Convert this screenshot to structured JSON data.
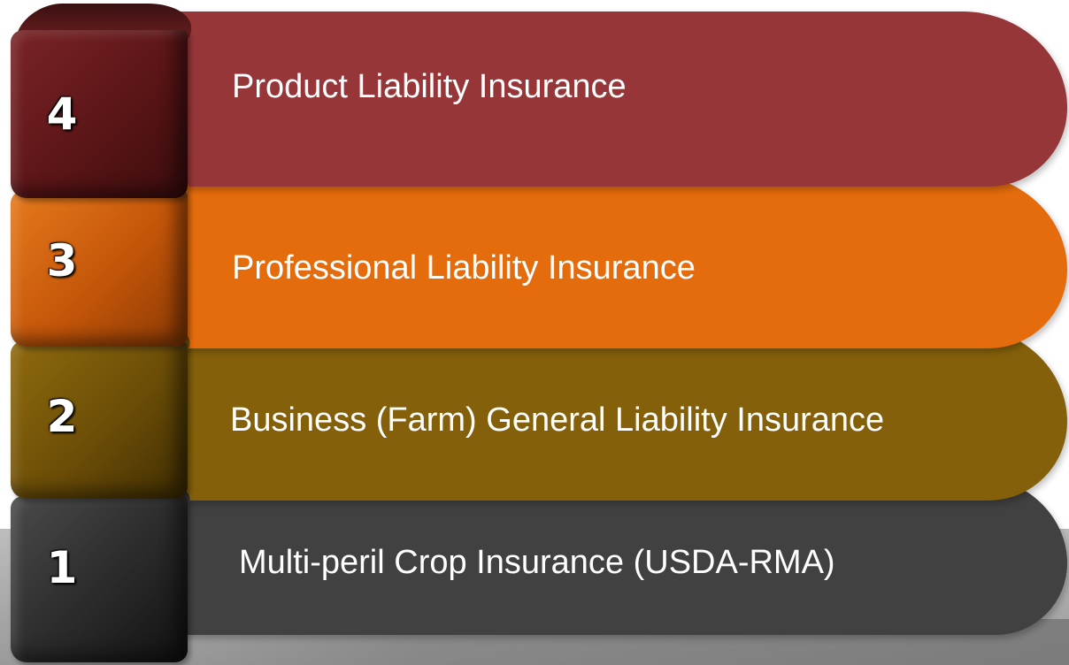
{
  "levels": [
    {
      "number": "4",
      "label": "Product Liability Insurance",
      "color": "#963638"
    },
    {
      "number": "3",
      "label": "Professional Liability Insurance",
      "color": "#e46c0c"
    },
    {
      "number": "2",
      "label": "Business (Farm) General Liability Insurance",
      "color": "#84600b"
    },
    {
      "number": "1",
      "label": "Multi-peril Crop Insurance (USDA-RMA)",
      "color": "#414141"
    }
  ]
}
